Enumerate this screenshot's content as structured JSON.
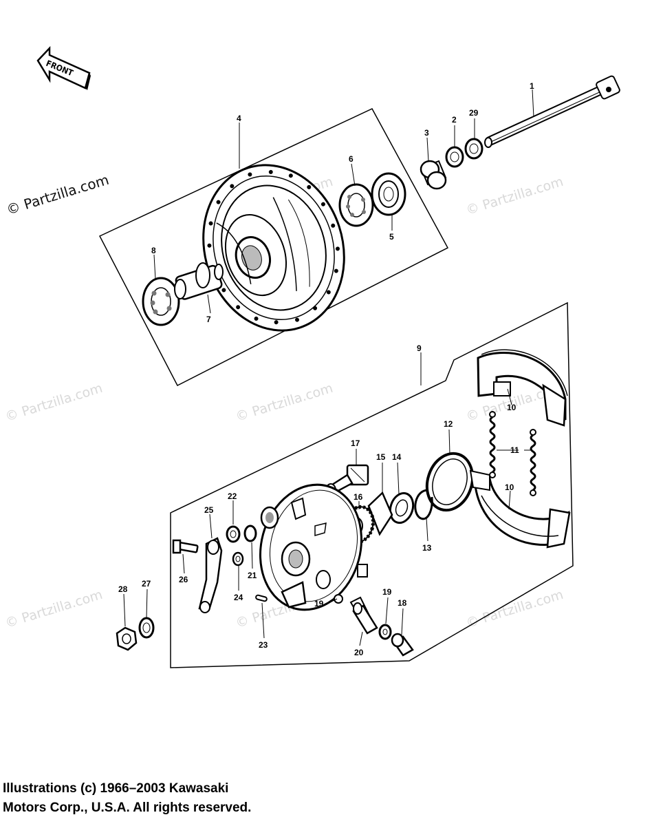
{
  "front_arrow": {
    "label": "FRONT"
  },
  "watermarks": {
    "prominent": "© Partzilla.com",
    "faint": "© Partzilla.com"
  },
  "callouts": {
    "c1": "1",
    "c2": "2",
    "c3": "3",
    "c4": "4",
    "c5": "5",
    "c6": "6",
    "c7": "7",
    "c8": "8",
    "c9": "9",
    "c10a": "10",
    "c10b": "10",
    "c11": "11",
    "c12": "12",
    "c13": "13",
    "c14": "14",
    "c15": "15",
    "c16": "16",
    "c17": "17",
    "c18": "18",
    "c19a": "19",
    "c19b": "19",
    "c20": "20",
    "c21": "21",
    "c22": "22",
    "c23": "23",
    "c24": "24",
    "c25": "25",
    "c26": "26",
    "c27": "27",
    "c28": "28",
    "c29": "29"
  },
  "copyright": {
    "line1": "Illustrations (c) 1966–2003 Kawasaki",
    "line2": "Motors Corp., U.S.A.  All rights reserved."
  }
}
